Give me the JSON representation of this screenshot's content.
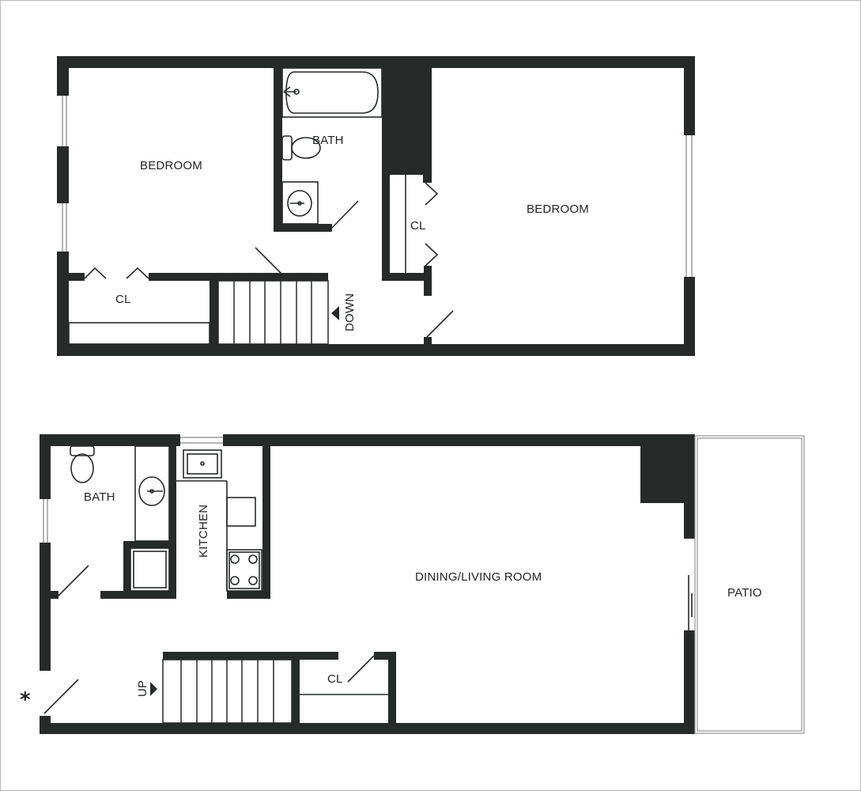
{
  "colors": {
    "wall": "#262a28",
    "background": "#ffffff",
    "fixture_line": "#262a28",
    "window_line": "#9a9a9a"
  },
  "upper_floor": {
    "bedroom_left": "BEDROOM",
    "bath": "BATH",
    "closet_left": "CL",
    "closet_center": "CL",
    "bedroom_right": "BEDROOM",
    "stairs_down": "DOWN"
  },
  "lower_floor": {
    "bath": "BATH",
    "kitchen": "KITCHEN",
    "dining_living": "DINING/LIVING ROOM",
    "patio": "PATIO",
    "closet": "CL",
    "stairs_up": "UP",
    "entry_marker": "*"
  }
}
